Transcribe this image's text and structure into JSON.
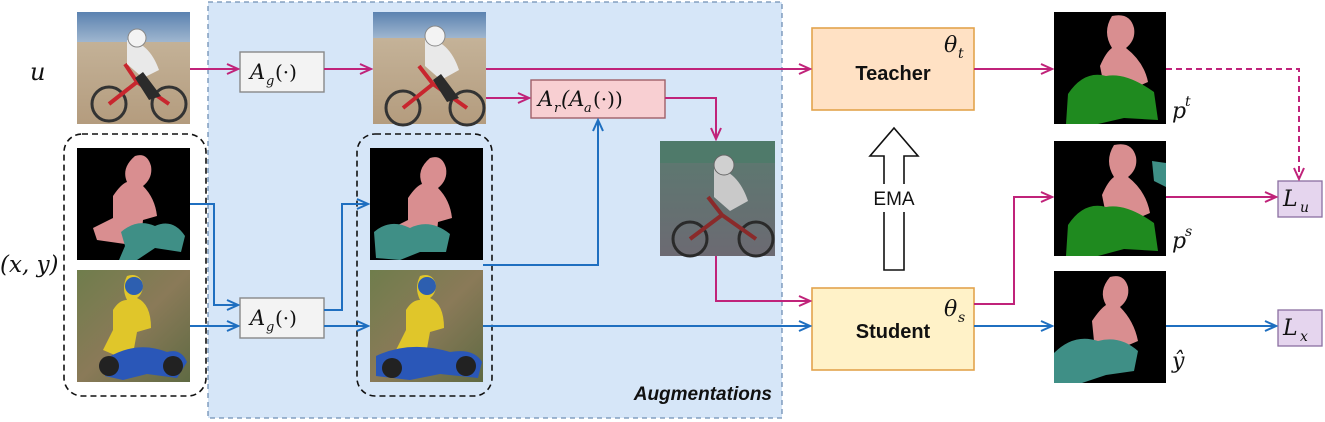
{
  "augmentations_label": "Augmentations",
  "inputs": {
    "unlabeled_symbol": "u",
    "labeled_symbol": "(x, y)"
  },
  "ops": {
    "geometric_top": "A",
    "geometric_top_sub": "g",
    "geometric_top_args": "(·)",
    "geometric_bottom": "A",
    "geometric_bottom_sub": "g",
    "geometric_bottom_args": "(·)",
    "compound_outer": "A",
    "compound_outer_sub": "r",
    "compound_inner": "(A",
    "compound_inner_sub": "a",
    "compound_tail": "(·))"
  },
  "models": {
    "teacher_label": "Teacher",
    "teacher_param": "θ",
    "teacher_param_sub": "t",
    "student_label": "Student",
    "student_param": "θ",
    "student_param_sub": "s",
    "ema_label": "EMA"
  },
  "predictions": {
    "teacher_pred": "p",
    "teacher_pred_sup": "t",
    "student_pred": "p",
    "student_pred_sup": "s",
    "gt_label": "ŷ"
  },
  "losses": {
    "unsup_loss": "L",
    "unsup_loss_sub": "u",
    "sup_loss": "L",
    "sup_loss_sub": "x"
  },
  "colors": {
    "unlabeled_flow": "#c0237a",
    "labeled_flow": "#1f6fc0",
    "aug_region_fill": "#d6e6f8",
    "aug_region_border": "#6f8fb5",
    "teacher_fill": "#ffe1c4",
    "student_fill": "#fff2c8",
    "model_border": "#e3a34d",
    "op_fill": "#f3f3f3",
    "compound_op_fill": "#f8cfd2",
    "loss_fill": "#e5d5ee",
    "mask_person": "#d98e90",
    "mask_bike": "#3f8f86",
    "mask_green": "#1f8a1f"
  },
  "icons": {
    "photo": "photo-thumbnail",
    "mask": "segmentation-mask",
    "ema_arrow": "hollow-up-arrow"
  }
}
